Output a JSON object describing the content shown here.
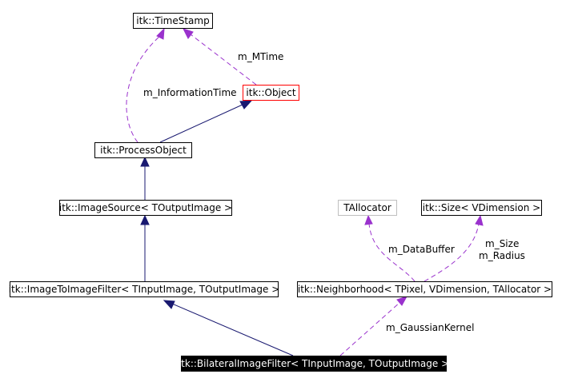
{
  "nodes": {
    "timestamp": "itk::TimeStamp",
    "object": "itk::Object",
    "process_object": "itk::ProcessObject",
    "image_source": "itk::ImageSource< TOutputImage >",
    "image_to_image_filter": "itk::ImageToImageFilter< TInputImage, TOutputImage >",
    "bilateral_filter": "itk::BilateralImageFilter< TInputImage, TOutputImage >",
    "neighborhood": "itk::Neighborhood< TPixel, VDimension, TAllocator >",
    "tallocator": "TAllocator",
    "size": "itk::Size< VDimension >"
  },
  "edge_labels": {
    "m_mtime": "m_MTime",
    "m_information_time": "m_InformationTime",
    "m_data_buffer": "m_DataBuffer",
    "m_size": "m_Size",
    "m_radius": "m_Radius",
    "m_gaussian_kernel": "m_GaussianKernel"
  },
  "colors": {
    "inheritance_edge": "#191970",
    "usage_edge": "#9a32cd",
    "current_node_fill": "#000000",
    "highlight_border": "#ff0000",
    "undocumented_border": "#bfbfbf"
  }
}
